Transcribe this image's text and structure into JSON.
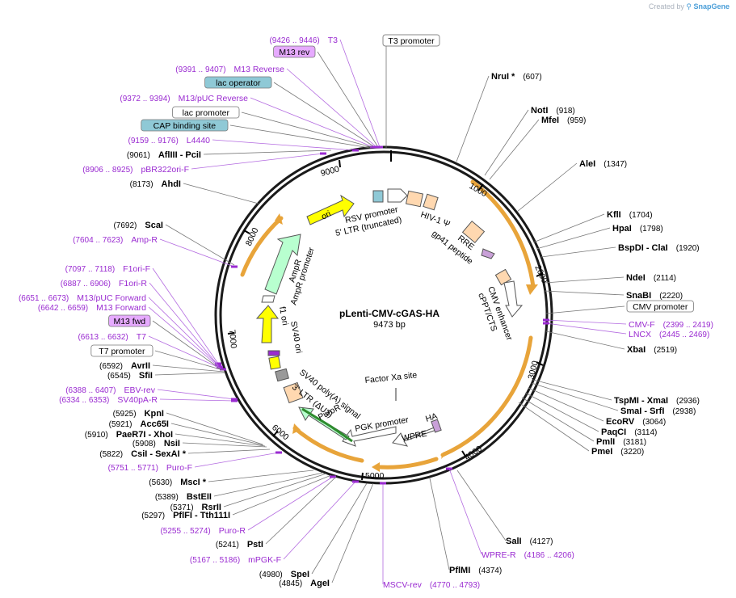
{
  "credit": {
    "prefix": "Created by",
    "brand": "SnapGene"
  },
  "plasmid": {
    "name": "pLenti-CMV-cGAS-HA",
    "length": "9473 bp",
    "ticks": [
      "1000",
      "2000",
      "3000",
      "4000",
      "5000",
      "6000",
      "7000",
      "8000",
      "9000"
    ]
  },
  "colors": {
    "primer": "#9a2bd1",
    "feature_box_blue": "#8fc9d6",
    "feature_box_violet": "#e6aaff",
    "arrow_yellow": "#ffff00",
    "arrow_green": "#b8ffcf",
    "ltr_orange": "#ffd8b0",
    "orange_arc": "#e8a43a"
  },
  "right_labels": [
    {
      "name": "NruI *",
      "pos": "(607)",
      "kind": "enzyme"
    },
    {
      "name": "NotI",
      "pos": "(918)",
      "kind": "enzyme"
    },
    {
      "name": "MfeI",
      "pos": "(959)",
      "kind": "enzyme"
    },
    {
      "name": "AleI",
      "pos": "(1347)",
      "kind": "enzyme"
    },
    {
      "name": "KflI",
      "pos": "(1704)",
      "kind": "enzyme"
    },
    {
      "name": "HpaI",
      "pos": "(1798)",
      "kind": "enzyme"
    },
    {
      "name": "BspDI - ClaI",
      "pos": "(1920)",
      "kind": "enzyme"
    },
    {
      "name": "NdeI",
      "pos": "(2114)",
      "kind": "enzyme"
    },
    {
      "name": "SnaBI",
      "pos": "(2220)",
      "kind": "enzyme"
    },
    {
      "name": "CMV promoter",
      "pos": "",
      "kind": "box-white"
    },
    {
      "name": "CMV-F",
      "pos": "(2399 .. 2419)",
      "kind": "primer"
    },
    {
      "name": "LNCX",
      "pos": "(2445 .. 2469)",
      "kind": "primer"
    },
    {
      "name": "XbaI",
      "pos": "(2519)",
      "kind": "enzyme"
    },
    {
      "name": "TspMI - XmaI",
      "pos": "(2936)",
      "kind": "enzyme"
    },
    {
      "name": "SmaI - SrfI",
      "pos": "(2938)",
      "kind": "enzyme"
    },
    {
      "name": "EcoRV",
      "pos": "(3064)",
      "kind": "enzyme"
    },
    {
      "name": "PaqCI",
      "pos": "(3114)",
      "kind": "enzyme"
    },
    {
      "name": "PmlI",
      "pos": "(3181)",
      "kind": "enzyme"
    },
    {
      "name": "PmeI",
      "pos": "(3220)",
      "kind": "enzyme"
    }
  ],
  "bottom_labels": [
    {
      "name": "SalI",
      "pos": "(4127)",
      "kind": "enzyme"
    },
    {
      "name": "WPRE-R",
      "pos": "(4186 .. 4206)",
      "kind": "primer"
    },
    {
      "name": "PflMI",
      "pos": "(4374)",
      "kind": "enzyme"
    },
    {
      "name": "MSCV-rev",
      "pos": "(4770 .. 4793)",
      "kind": "primer"
    }
  ],
  "left_labels": [
    {
      "name": "T3",
      "pos": "(9426 .. 9446)",
      "kind": "primer"
    },
    {
      "name": "M13 rev",
      "pos": "",
      "kind": "box-violet"
    },
    {
      "name": "M13 Reverse",
      "pos": "(9391 .. 9407)",
      "kind": "primer"
    },
    {
      "name": "lac operator",
      "pos": "",
      "kind": "box-blue"
    },
    {
      "name": "M13/pUC Reverse",
      "pos": "(9372 .. 9394)",
      "kind": "primer"
    },
    {
      "name": "lac promoter",
      "pos": "",
      "kind": "box-white"
    },
    {
      "name": "CAP binding site",
      "pos": "",
      "kind": "box-blue"
    },
    {
      "name": "L4440",
      "pos": "(9159 .. 9176)",
      "kind": "primer"
    },
    {
      "name": "AflIII - PciI",
      "pos": "(9061)",
      "kind": "enzyme"
    },
    {
      "name": "pBR322ori-F",
      "pos": "(8906 .. 8925)",
      "kind": "primer"
    },
    {
      "name": "AhdI",
      "pos": "(8173)",
      "kind": "enzyme"
    },
    {
      "name": "ScaI",
      "pos": "(7692)",
      "kind": "enzyme"
    },
    {
      "name": "Amp-R",
      "pos": "(7604 .. 7623)",
      "kind": "primer"
    },
    {
      "name": "F1ori-F",
      "pos": "(7097 .. 7118)",
      "kind": "primer"
    },
    {
      "name": "F1ori-R",
      "pos": "(6887 .. 6906)",
      "kind": "primer"
    },
    {
      "name": "M13/pUC Forward",
      "pos": "(6651 .. 6673)",
      "kind": "primer"
    },
    {
      "name": "M13 Forward",
      "pos": "(6642 .. 6659)",
      "kind": "primer"
    },
    {
      "name": "M13 fwd",
      "pos": "",
      "kind": "box-violet"
    },
    {
      "name": "T7",
      "pos": "(6613 .. 6632)",
      "kind": "primer"
    },
    {
      "name": "T7 promoter",
      "pos": "",
      "kind": "box-white"
    },
    {
      "name": "AvrII",
      "pos": "(6592)",
      "kind": "enzyme"
    },
    {
      "name": "SfiI",
      "pos": "(6545)",
      "kind": "enzyme"
    },
    {
      "name": "EBV-rev",
      "pos": "(6388 .. 6407)",
      "kind": "primer"
    },
    {
      "name": "SV40pA-R",
      "pos": "(6334 .. 6353)",
      "kind": "primer"
    },
    {
      "name": "KpnI",
      "pos": "(5925)",
      "kind": "enzyme"
    },
    {
      "name": "Acc65I",
      "pos": "(5921)",
      "kind": "enzyme"
    },
    {
      "name": "PaeR7I - XhoI",
      "pos": "(5910)",
      "kind": "enzyme"
    },
    {
      "name": "NsiI",
      "pos": "(5908)",
      "kind": "enzyme"
    },
    {
      "name": "CsiI - SexAI *",
      "pos": "(5822)",
      "kind": "enzyme"
    },
    {
      "name": "Puro-F",
      "pos": "(5751 .. 5771)",
      "kind": "primer"
    },
    {
      "name": "MscI *",
      "pos": "(5630)",
      "kind": "enzyme"
    },
    {
      "name": "BstEII",
      "pos": "(5389)",
      "kind": "enzyme"
    },
    {
      "name": "RsrII",
      "pos": "(5371)",
      "kind": "enzyme"
    },
    {
      "name": "PflFI - Tth111I",
      "pos": "(5297)",
      "kind": "enzyme"
    },
    {
      "name": "Puro-R",
      "pos": "(5255 .. 5274)",
      "kind": "primer"
    },
    {
      "name": "PstI",
      "pos": "(5241)",
      "kind": "enzyme"
    },
    {
      "name": "mPGK-F",
      "pos": "(5167 .. 5186)",
      "kind": "primer"
    },
    {
      "name": "SpeI",
      "pos": "(4980)",
      "kind": "enzyme"
    },
    {
      "name": "AgeI",
      "pos": "(4845)",
      "kind": "enzyme"
    }
  ],
  "top_box": {
    "name": "T3 promoter"
  },
  "features": [
    {
      "name": "RSV promoter"
    },
    {
      "name": "5' LTR (truncated)"
    },
    {
      "name": "HIV-1 Ψ"
    },
    {
      "name": "RRE"
    },
    {
      "name": "gp41 peptide"
    },
    {
      "name": "cPPT/CTS"
    },
    {
      "name": "CMV enhancer"
    },
    {
      "name": "Factor Xa site"
    },
    {
      "name": "HA"
    },
    {
      "name": "WPRE"
    },
    {
      "name": "PGK promoter"
    },
    {
      "name": "PuroR"
    },
    {
      "name": "SV40 poly(A) signal"
    },
    {
      "name": "3' LTR (ΔU3)"
    },
    {
      "name": "SV40 ori"
    },
    {
      "name": "f1 ori"
    },
    {
      "name": "AmpR promoter"
    },
    {
      "name": "AmpR"
    },
    {
      "name": "ori"
    }
  ]
}
